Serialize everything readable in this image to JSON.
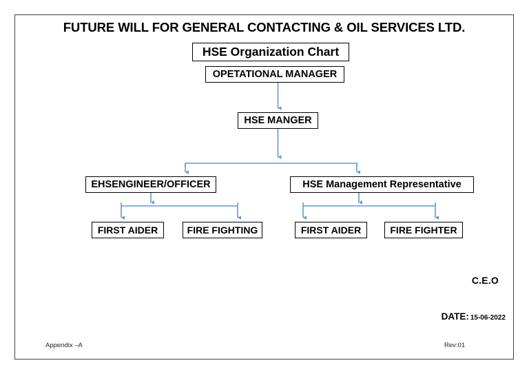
{
  "document": {
    "company_title": "FUTURE WILL FOR GENERAL CONTACTING & OIL SERVICES LTD.",
    "chart_title": "HSE Organization Chart",
    "appendix": "Appendix –A",
    "revision": "Rev:01"
  },
  "signature": {
    "role": "C.E.O",
    "date_label": "DATE:",
    "date_value": "15-06-2022"
  },
  "colors": {
    "connector": "#5B9BD5",
    "box_border": "#000000",
    "page_border": "#3F3F3F",
    "text": "#000000",
    "background": "#FFFFFF"
  },
  "chart_data": {
    "type": "diagram",
    "title": "HSE Organization Chart",
    "orientation": "top-down",
    "nodes": [
      {
        "id": "operational-manager",
        "label": "OPETATIONAL MANAGER",
        "level": 1
      },
      {
        "id": "hse-manager",
        "label": "HSE MANGER",
        "level": 2
      },
      {
        "id": "ehs-engineer",
        "label": "EHSENGINEER/OFFICER",
        "level": 3
      },
      {
        "id": "hse-mgmt-rep",
        "label": "HSE Management Representative",
        "level": 3
      },
      {
        "id": "first-aider-left",
        "label": "FIRST AIDER",
        "level": 4
      },
      {
        "id": "fire-fighting",
        "label": "FIRE FIGHTING",
        "level": 4
      },
      {
        "id": "first-aider-right",
        "label": "FIRST AIDER",
        "level": 4
      },
      {
        "id": "fire-fighter",
        "label": "FIRE FIGHTER",
        "level": 4
      }
    ],
    "edges": [
      {
        "from": "operational-manager",
        "to": "hse-manager"
      },
      {
        "from": "hse-manager",
        "to": "ehs-engineer"
      },
      {
        "from": "hse-manager",
        "to": "hse-mgmt-rep"
      },
      {
        "from": "ehs-engineer",
        "to": "first-aider-left"
      },
      {
        "from": "ehs-engineer",
        "to": "fire-fighting"
      },
      {
        "from": "hse-mgmt-rep",
        "to": "first-aider-right"
      },
      {
        "from": "hse-mgmt-rep",
        "to": "fire-fighter"
      }
    ]
  }
}
